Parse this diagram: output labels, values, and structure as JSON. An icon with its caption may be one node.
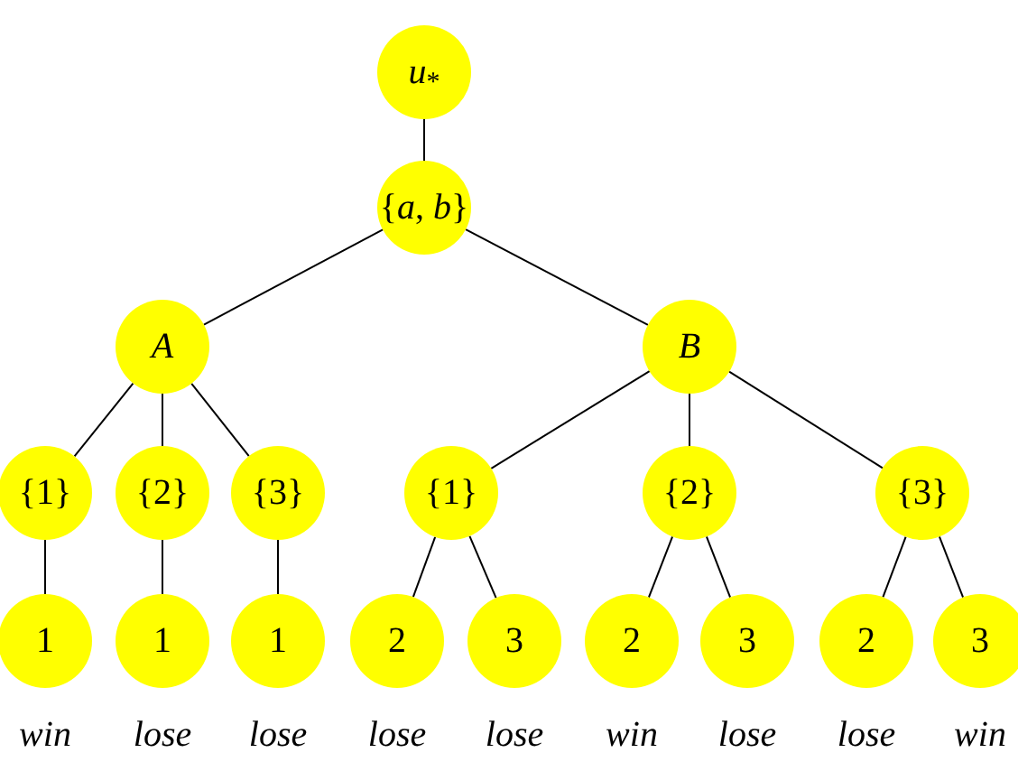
{
  "diagram": {
    "nodes": [
      {
        "text": [
          "*u*$_{*}$"
        ]
      },
      {
        "text": [
          "{*a*, *b*}"
        ]
      },
      {
        "text": [
          "*A*"
        ]
      },
      {
        "text": [
          "*B*"
        ]
      },
      {
        "text": [
          "{1}"
        ]
      },
      {
        "text": [
          "{2}"
        ]
      },
      {
        "text": [
          "{3}"
        ]
      },
      {
        "text": [
          "{1}"
        ]
      },
      {
        "text": [
          "{2}"
        ]
      },
      {
        "text": [
          "{3}"
        ]
      },
      {
        "text": [
          "1"
        ],
        "beside": [
          "win"
        ]
      },
      {
        "text": [
          "1"
        ],
        "beside": [
          "lose"
        ]
      },
      {
        "text": [
          "1"
        ],
        "beside": [
          "lose"
        ]
      },
      {
        "text": [
          "2"
        ],
        "beside": [
          "lose"
        ]
      },
      {
        "text": [
          "3"
        ],
        "beside": [
          "lose"
        ]
      },
      {
        "text": [
          "2"
        ],
        "beside": [
          "win"
        ]
      },
      {
        "text": [
          "3"
        ],
        "beside": [
          "lose"
        ]
      },
      {
        "text": [
          "2"
        ],
        "beside": [
          "lose"
        ]
      },
      {
        "text": [
          "3"
        ],
        "beside": [
          "win"
        ]
      }
    ],
    "edges": [
      {
        "from": 0,
        "to": 1,
        "arrow": "none"
      },
      {
        "from": 1,
        "to": 2,
        "arrow": "none"
      },
      {
        "from": 1,
        "to": 3,
        "arrow": "none"
      },
      {
        "from": 2,
        "to": 4,
        "arrow": "none"
      },
      {
        "from": 2,
        "to": 5,
        "arrow": "none"
      },
      {
        "from": 2,
        "to": 6,
        "arrow": "none"
      },
      {
        "from": 3,
        "to": 7,
        "arrow": "none"
      },
      {
        "from": 3,
        "to": 8,
        "arrow": "none"
      },
      {
        "from": 3,
        "to": 9,
        "arrow": "none"
      },
      {
        "from": 4,
        "to": 10,
        "arrow": "none"
      },
      {
        "from": 5,
        "to": 11,
        "arrow": "none"
      },
      {
        "from": 6,
        "to": 12,
        "arrow": "none"
      },
      {
        "from": 7,
        "to": 13,
        "arrow": "none"
      },
      {
        "from": 7,
        "to": 14,
        "arrow": "none"
      },
      {
        "from": 9,
        "to": 17,
        "arrow": "none"
      },
      {
        "from": 9,
        "to": 18,
        "arrow": "none"
      },
      {
        "from": 8,
        "to": 15,
        "arrow": "none"
      },
      {
        "from": 8,
        "to": 16,
        "arrow": "none"
      }
    ]
  }
}
